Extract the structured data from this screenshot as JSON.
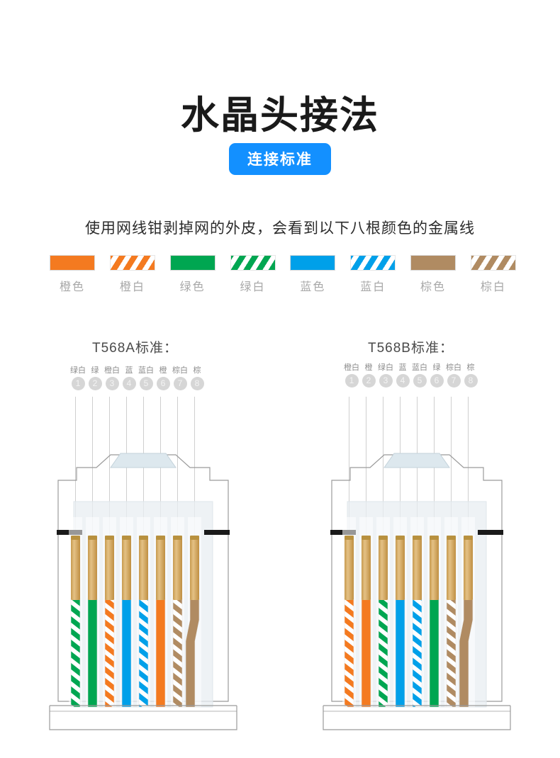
{
  "page": {
    "title": "水晶头接法",
    "badge": "连接标准",
    "subtitle": "使用网线钳剥掉网的外皮，会看到以下八根颜色的金属线"
  },
  "colors": {
    "badge_bg": "#1390ff",
    "orange": "#f47a20",
    "green": "#00a651",
    "blue": "#00a0e9",
    "brown": "#b08b62",
    "pin_gold": "#d4aa5a",
    "pin_circle": "#d6d6d6",
    "label_gray": "#a8a8a8"
  },
  "legend": {
    "items": [
      {
        "label": "橙色",
        "style": "solid",
        "color": "#f47a20"
      },
      {
        "label": "橙白",
        "style": "striped",
        "color": "#f47a20"
      },
      {
        "label": "绿色",
        "style": "solid",
        "color": "#00a651"
      },
      {
        "label": "绿白",
        "style": "striped",
        "color": "#00a651"
      },
      {
        "label": "蓝色",
        "style": "solid",
        "color": "#00a0e9"
      },
      {
        "label": "蓝白",
        "style": "striped",
        "color": "#00a0e9"
      },
      {
        "label": "棕色",
        "style": "solid",
        "color": "#b08b62"
      },
      {
        "label": "棕白",
        "style": "striped",
        "color": "#b08b62"
      }
    ]
  },
  "standards": [
    {
      "id": "t568a",
      "heading": "T568A标准：",
      "pins": [
        {
          "num": "1",
          "name": "绿白",
          "color": "#00a651",
          "style": "striped"
        },
        {
          "num": "2",
          "name": "绿",
          "color": "#00a651",
          "style": "solid"
        },
        {
          "num": "3",
          "name": "橙白",
          "color": "#f47a20",
          "style": "striped"
        },
        {
          "num": "4",
          "name": "蓝",
          "color": "#00a0e9",
          "style": "solid"
        },
        {
          "num": "5",
          "name": "蓝白",
          "color": "#00a0e9",
          "style": "striped"
        },
        {
          "num": "6",
          "name": "橙",
          "color": "#f47a20",
          "style": "solid"
        },
        {
          "num": "7",
          "name": "棕白",
          "color": "#b08b62",
          "style": "striped"
        },
        {
          "num": "8",
          "name": "棕",
          "color": "#b08b62",
          "style": "solid"
        }
      ]
    },
    {
      "id": "t568b",
      "heading": "T568B标准：",
      "pins": [
        {
          "num": "1",
          "name": "橙白",
          "color": "#f47a20",
          "style": "striped"
        },
        {
          "num": "2",
          "name": "橙",
          "color": "#f47a20",
          "style": "solid"
        },
        {
          "num": "3",
          "name": "绿白",
          "color": "#00a651",
          "style": "striped"
        },
        {
          "num": "4",
          "name": "蓝",
          "color": "#00a0e9",
          "style": "solid"
        },
        {
          "num": "5",
          "name": "蓝白",
          "color": "#00a0e9",
          "style": "striped"
        },
        {
          "num": "6",
          "name": "绿",
          "color": "#00a651",
          "style": "solid"
        },
        {
          "num": "7",
          "name": "棕白",
          "color": "#b08b62",
          "style": "striped"
        },
        {
          "num": "8",
          "name": "棕",
          "color": "#b08b62",
          "style": "solid"
        }
      ]
    }
  ]
}
